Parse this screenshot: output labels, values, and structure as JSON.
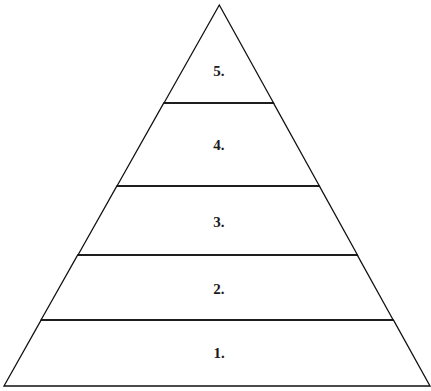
{
  "diagram": {
    "nodes": [
      {
        "text": [
          "5."
        ]
      },
      {
        "text": [
          "4."
        ]
      },
      {
        "text": [
          "3."
        ]
      },
      {
        "text": [
          "2."
        ]
      },
      {
        "text": [
          "1."
        ]
      }
    ]
  }
}
